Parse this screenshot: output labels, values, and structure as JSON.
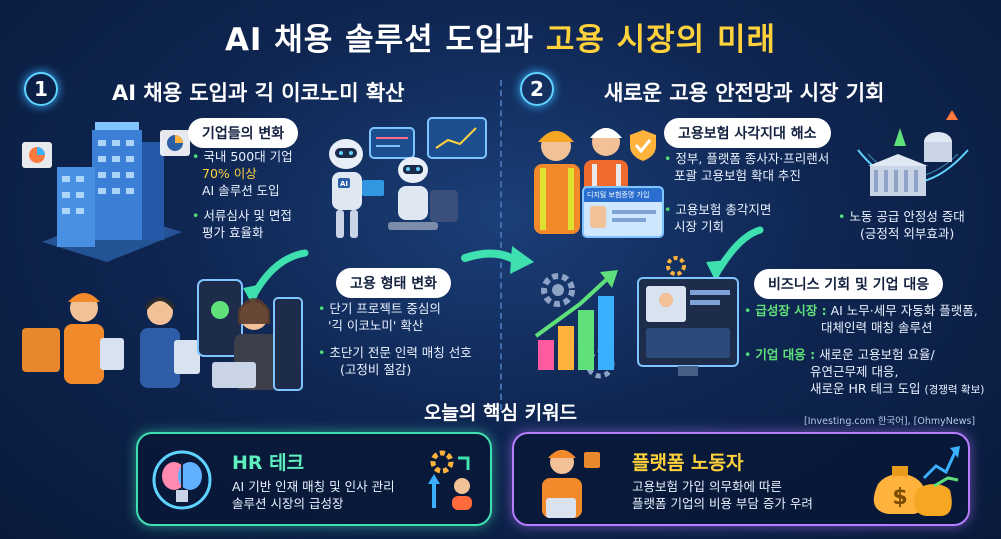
{
  "title": {
    "part1": "AI 채용 솔루션 도입과",
    "part2": "고용 시장의 미래"
  },
  "section1": {
    "number": "1",
    "title": "AI 채용 도입과 긱 이코노미 확산",
    "box1": {
      "label": "기업들의 변화",
      "bullet1": {
        "line1": "국내 500대 기업",
        "line2": "70% 이상",
        "line3": "AI 솔루션 도입"
      },
      "bullet2": {
        "line1": "서류심사 및 면접",
        "line2": "평가 효율화"
      }
    },
    "box2": {
      "label": "고용 형태 변화",
      "bullet1": {
        "line1": "단기 프로젝트 중심의",
        "line2": "'긱 이코노미' 확산"
      },
      "bullet2": {
        "line1": "초단기 전문 인력 매칭 선호",
        "line2": "(고정비 절감)"
      }
    },
    "robot_badge": "AI"
  },
  "section2": {
    "number": "2",
    "title": "새로운 고용 안전망과 시장 기회",
    "box1": {
      "label": "고용보험 사각지대 해소",
      "bullet1": {
        "line1": "정부, 플랫폼 종사자·프리랜서",
        "line2": "포괄 고용보험 확대 추진"
      },
      "bullet2": {
        "line1": "고용보험 총각지면",
        "line2": "시장 기회"
      },
      "side_note": {
        "line1": "노동 공급 안정성 증대",
        "line2": "(긍정적 외부효과)"
      },
      "card_text": "디지털 보험증명 가입"
    },
    "box2": {
      "label": "비즈니스 기회 및 기업 대응",
      "row1": {
        "key": "급성장 시장 :",
        "line1": "AI 노무·세무 자동화 플랫폼,",
        "line2": "대체인력 매칭 솔루션"
      },
      "row2": {
        "key": "기업 대응 :",
        "line1": "새로운 고용보험 요율/",
        "line2": "유연근무제 대응,",
        "line3": "새로운 HR 테크 도입",
        "line3_note": "(경쟁력 확보)"
      }
    }
  },
  "source": "[Investing.com 한국어], [OhmyNews]",
  "keywords": {
    "title": "오늘의 핵심 키워드",
    "card1": {
      "title": "HR 테크",
      "line1": "AI 기반 인재 매칭 및 인사 관리",
      "line2": "솔루션 시장의 급성장"
    },
    "card2": {
      "title": "플랫폼 노동자",
      "line1": "고용보험 가입 의무화에 따른",
      "line2": "플랫폼 기업의 비용 부담 증가 우려"
    }
  },
  "colors": {
    "accent_yellow": "#ffd23c",
    "accent_green": "#5fe07a",
    "accent_cyan": "#5fd3ff",
    "card_purple": "#b77cff",
    "card_teal": "#3fe0b0"
  },
  "icons": [
    "office-building-icon",
    "robot-icon",
    "delivery-worker-icon",
    "growth-chart-icon",
    "gear-icon",
    "money-bag-icon",
    "brain-icon",
    "government-building-icon",
    "construction-worker-icon",
    "shield-check-icon"
  ]
}
